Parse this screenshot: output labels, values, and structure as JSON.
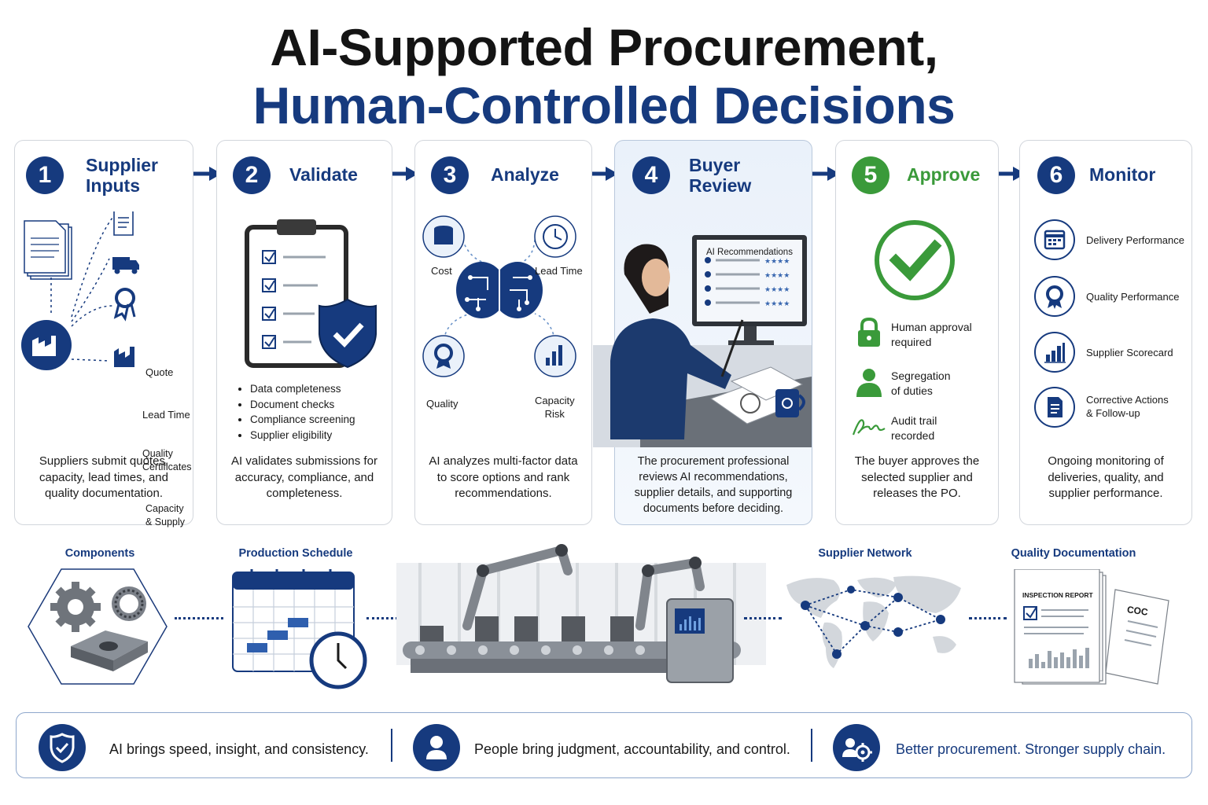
{
  "title": {
    "line1": "AI-Supported Procurement,",
    "line2": "Human-Controlled Decisions"
  },
  "steps": [
    {
      "number": "1",
      "title": "Supplier\nInputs",
      "items": [
        "Quote",
        "Lead Time",
        "Quality\nCertificates",
        "Capacity\n& Supply"
      ],
      "description": "Suppliers submit quotes, capacity, lead times, and quality documentation."
    },
    {
      "number": "2",
      "title": "Validate",
      "bullets": [
        "Data completeness",
        "Document checks",
        "Compliance screening",
        "Supplier eligibility"
      ],
      "description": "AI validates submissions for accuracy, compliance, and completeness."
    },
    {
      "number": "3",
      "title": "Analyze",
      "factors": [
        "Cost",
        "Lead Time",
        "Quality",
        "Capacity\nRisk"
      ],
      "description": "AI analyzes multi-factor data to score options and rank recommendations."
    },
    {
      "number": "4",
      "title": "Buyer\nReview",
      "screen_title": "AI Recommendations",
      "description": "The procurement professional reviews AI recommendations, supplier details, and supporting documents before deciding."
    },
    {
      "number": "5",
      "title": "Approve",
      "controls": [
        "Human approval\nrequired",
        "Segregation\nof duties",
        "Audit trail\nrecorded"
      ],
      "description": "The buyer approves the selected supplier and releases the PO."
    },
    {
      "number": "6",
      "title": "Monitor",
      "metrics": [
        "Delivery Performance",
        "Quality Performance",
        "Supplier Scorecard",
        "Corrective Actions\n& Follow-up"
      ],
      "description": "Ongoing monitoring of deliveries, quality, and supplier performance."
    }
  ],
  "bottom_labels": {
    "components": "Components",
    "schedule": "Production Schedule",
    "network": "Supplier Network",
    "quality_docs": "Quality Documentation",
    "inspection_report": "INSPECTION REPORT",
    "coc": "COC"
  },
  "banner": [
    "AI brings speed, insight, and consistency.",
    "People bring judgment, accountability, and control.",
    "Better procurement. Stronger supply chain."
  ],
  "colors": {
    "navy": "#163a7e",
    "green": "#3a9a3a",
    "border": "#d2d6dc"
  },
  "icons": [
    "factory-icon",
    "document-icon",
    "truck-icon",
    "certificate-icon",
    "clipboard-icon",
    "shield-check-icon",
    "brain-icon",
    "database-icon",
    "clock-icon",
    "bar-chart-icon",
    "check-circle-icon",
    "lock-icon",
    "person-icon",
    "signature-icon",
    "calendar-icon",
    "gear-icon",
    "globe-icon",
    "people-gear-icon"
  ]
}
